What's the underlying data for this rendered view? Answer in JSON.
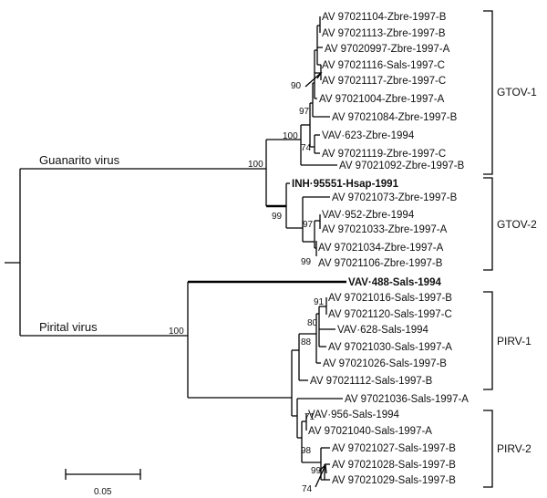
{
  "taxa": [
    {
      "label": "AV 97021104-Zbre-1997-B",
      "bold": false
    },
    {
      "label": "AV 97021113-Zbre-1997-B",
      "bold": false
    },
    {
      "label": "AV 97020997-Zbre-1997-A",
      "bold": false
    },
    {
      "label": "AV 97021116-Sals-1997-C",
      "bold": false
    },
    {
      "label": "AV 97021117-Zbre-1997-C",
      "bold": false
    },
    {
      "label": "AV 97021004-Zbre-1997-A",
      "bold": false
    },
    {
      "label": "AV 97021084-Zbre-1997-B",
      "bold": false
    },
    {
      "label": "VAV·623-Zbre-1994",
      "bold": false
    },
    {
      "label": "AV 97021119-Zbre-1997-C",
      "bold": false
    },
    {
      "label": "AV 97021092-Zbre-1997-B",
      "bold": false
    },
    {
      "label": "INH·95551-Hsap-1991",
      "bold": true
    },
    {
      "label": "AV 97021073-Zbre-1997-B",
      "bold": false
    },
    {
      "label": "VAV·952-Zbre-1994",
      "bold": false
    },
    {
      "label": "AV 97021033-Zbre-1997-A",
      "bold": false
    },
    {
      "label": "AV 97021034-Zbre-1997-A",
      "bold": false
    },
    {
      "label": "AV 97021106-Zbre-1997-B",
      "bold": false
    },
    {
      "label": "VAV·488-Sals-1994",
      "bold": true
    },
    {
      "label": "AV 97021016-Sals-1997-B",
      "bold": false
    },
    {
      "label": "AV 97021120-Sals-1997-C",
      "bold": false
    },
    {
      "label": "VAV·628-Sals-1994",
      "bold": false
    },
    {
      "label": "AV 97021030-Sals-1997-A",
      "bold": false
    },
    {
      "label": "AV 97021026-Sals-1997-B",
      "bold": false
    },
    {
      "label": "AV 97021112-Sals-1997-B",
      "bold": false
    },
    {
      "label": "AV 97021036-Sals-1997-A",
      "bold": false
    },
    {
      "label": "VAV·956-Sals-1994",
      "bold": false
    },
    {
      "label": "AV 97021040-Sals-1997-A",
      "bold": false
    },
    {
      "label": "AV 97021027-Sals-1997-B",
      "bold": false
    },
    {
      "label": "AV 97021028-Sals-1997-B",
      "bold": false
    },
    {
      "label": "AV 97021029-Sals-1997-B",
      "bold": false
    }
  ],
  "bootstrap_values": [
    "90",
    "97",
    "100",
    "74",
    "100",
    "99",
    "97",
    "99",
    "100",
    "91",
    "80",
    "88",
    "71",
    "98",
    "99",
    "74"
  ],
  "clades": [
    "GTOV-1",
    "GTOV-2",
    "PIRV-1",
    "PIRV-2"
  ],
  "virus_labels": {
    "guanarito": "Guanarito virus",
    "pirital": "Pirital virus"
  },
  "scale_bar": {
    "label": "0.05"
  }
}
